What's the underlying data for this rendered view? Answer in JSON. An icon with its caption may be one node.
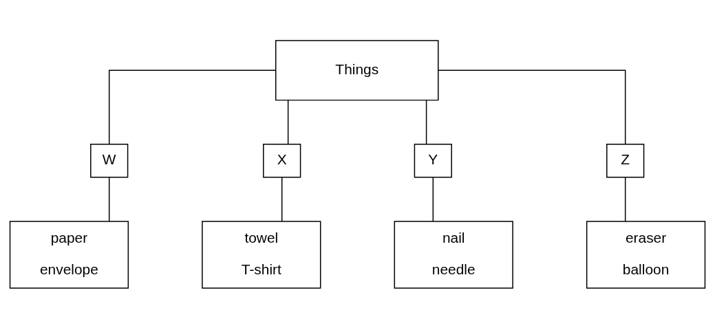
{
  "diagram": {
    "nodes": [
      {
        "text": [
          "Things"
        ]
      },
      {
        "text": [
          "W"
        ]
      },
      {
        "text": [
          "X"
        ]
      },
      {
        "text": [
          "Y"
        ]
      },
      {
        "text": [
          "Z"
        ]
      },
      {
        "text": [
          "paper",
          "envelope"
        ]
      },
      {
        "text": [
          "towel",
          "T-shirt"
        ]
      },
      {
        "text": [
          "nail",
          "needle"
        ]
      },
      {
        "text": [
          "eraser",
          "balloon"
        ]
      }
    ],
    "edges": [
      {
        "from": 0,
        "to": 1,
        "arrow": "none"
      },
      {
        "from": 0,
        "to": 2,
        "arrow": "none"
      },
      {
        "from": 0,
        "to": 3,
        "arrow": "none"
      },
      {
        "from": 0,
        "to": 4,
        "arrow": "none"
      },
      {
        "from": 1,
        "to": 5,
        "arrow": "none"
      },
      {
        "from": 2,
        "to": 6,
        "arrow": "none"
      },
      {
        "from": 3,
        "to": 7,
        "arrow": "none"
      },
      {
        "from": 4,
        "to": 8,
        "arrow": "none"
      }
    ]
  }
}
